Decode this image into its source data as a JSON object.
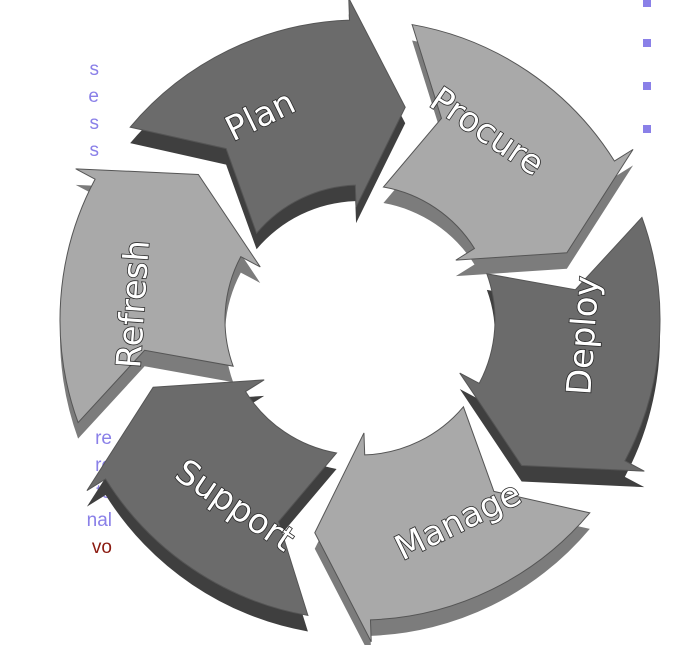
{
  "colors": {
    "text_accent": "#8a80e8",
    "text_dark": "#8b1a10",
    "bullet": "#8a80e8",
    "segment_light_top": "#a9a9a9",
    "segment_light_side": "#7c7c7c",
    "segment_dark_top": "#6b6b6b",
    "segment_dark_side": "#3f3f3f"
  },
  "left_text_top": [
    "s",
    "e",
    "s",
    "s"
  ],
  "left_text_bottom": [
    "re",
    "re",
    "to",
    "nal",
    "vo"
  ],
  "right_bullets_count": 4,
  "cycle": {
    "stages": [
      {
        "label": "Plan",
        "shade": "dark"
      },
      {
        "label": "Procure",
        "shade": "light"
      },
      {
        "label": "Deploy",
        "shade": "dark"
      },
      {
        "label": "Manage",
        "shade": "light"
      },
      {
        "label": "Support",
        "shade": "dark"
      },
      {
        "label": "Refresh",
        "shade": "light"
      }
    ]
  }
}
